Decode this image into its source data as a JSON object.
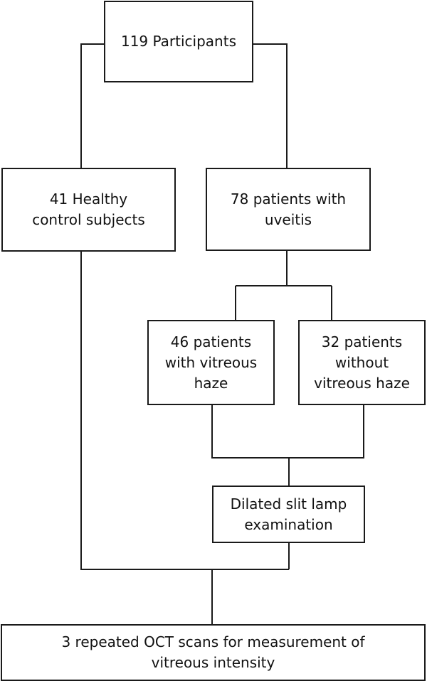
{
  "boxes": {
    "participants": "119 Participants",
    "healthy": "41 Healthy\ncontrol subjects",
    "uveitis": "78 patients with\nuveitis",
    "haze": "46 patients\nwith vitreous\nhaze",
    "nohaze": "32 patients\nwithout\nvitreous haze",
    "slitlamp": "Dilated slit lamp\nexamination",
    "oct": "3 repeated OCT scans for measurement of\nvitreous intensity"
  },
  "colors": {
    "line": "#1a1a1a",
    "text": "#111111",
    "background": "#ffffff"
  }
}
